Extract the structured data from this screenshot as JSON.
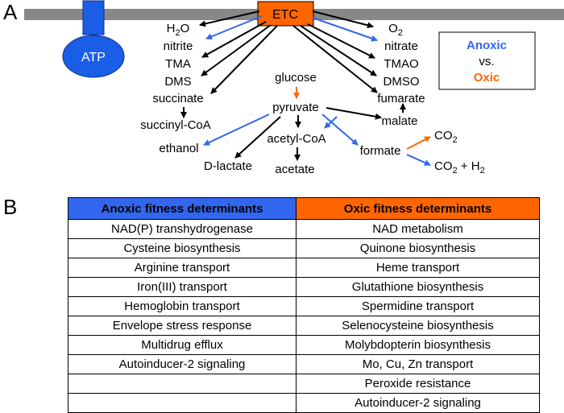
{
  "panel_labels": {
    "a": "A",
    "b": "B"
  },
  "colors": {
    "anoxic": "#3366ee",
    "oxic": "#ff6600",
    "etc_box": "#ff6600",
    "atp": "#1a5ee8",
    "membrane": "#888888",
    "black": "#000000"
  },
  "diagram": {
    "etc_label": "ETC",
    "atp_label": "ATP",
    "left_acceptors": [
      "H2O",
      "nitrite",
      "TMA",
      "DMS",
      "succinate"
    ],
    "right_acceptors": [
      "O2",
      "nitrate",
      "TMAO",
      "DMSO",
      "fumarate"
    ],
    "metabolites": {
      "glucose": "glucose",
      "pyruvate": "pyruvate",
      "succinyl_coa": "succinyl-CoA",
      "ethanol": "ethanol",
      "d_lactate": "D-lactate",
      "acetyl_coa": "acetyl-CoA",
      "acetate": "acetate",
      "malate": "malate",
      "formate": "formate",
      "co2": "CO2",
      "co2_h2": "CO2 +  H2"
    },
    "legend": {
      "anoxic": "Anoxic",
      "vs": "vs.",
      "oxic": "Oxic"
    }
  },
  "table": {
    "headers": [
      "Anoxic fitness determinants",
      "Oxic fitness determinants"
    ],
    "rows": [
      [
        "NAD(P) transhydrogenase",
        "NAD metabolism"
      ],
      [
        "Cysteine biosynthesis",
        "Quinone biosynthesis"
      ],
      [
        "Arginine transport",
        "Heme transport"
      ],
      [
        "Iron(III) transport",
        "Glutathione biosynthesis"
      ],
      [
        "Hemoglobin transport",
        "Spermidine transport"
      ],
      [
        "Envelope stress response",
        "Selenocysteine biosynthesis"
      ],
      [
        "Multidrug efflux",
        "Molybdopterin biosynthesis"
      ],
      [
        "Autoinducer-2 signaling",
        "Mo, Cu, Zn transport"
      ],
      [
        "",
        "Peroxide resistance"
      ],
      [
        "",
        "Autoinducer-2 signaling"
      ]
    ]
  }
}
